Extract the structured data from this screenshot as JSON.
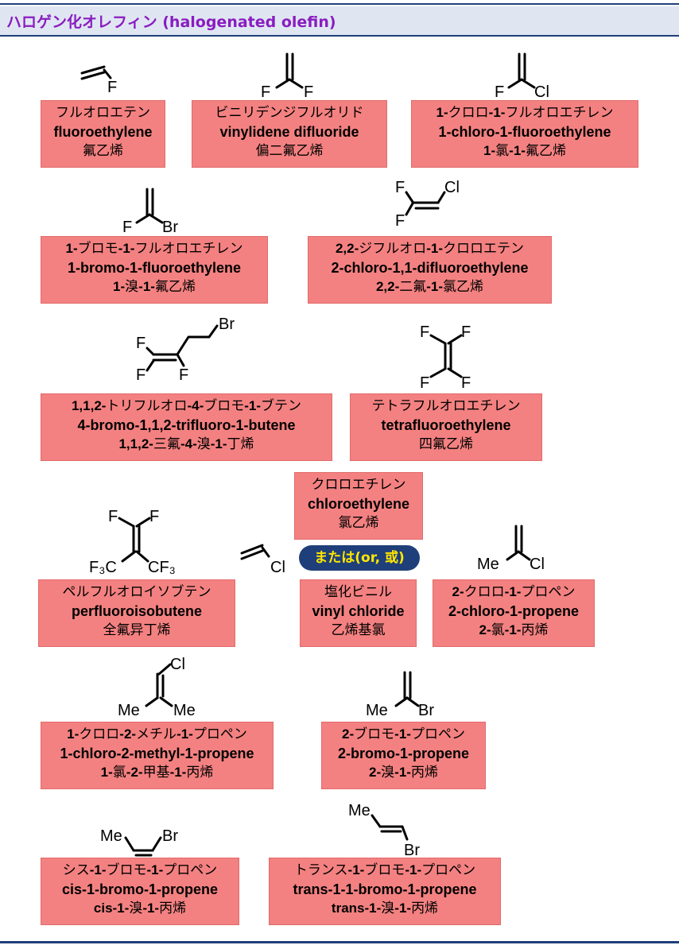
{
  "title": "ハロゲン化オレフィン (halogenated olefin)",
  "or_label": "または(or, 或)",
  "colors": {
    "accent": "#8a1cc0",
    "box": "#f48181",
    "rule": "#1f3f7a",
    "pill_text": "#ffe600"
  },
  "compounds": [
    {
      "id": "fluoroethylene",
      "atoms": [
        "F"
      ],
      "ja": "フルオロエテン",
      "en": "fluoroethylene",
      "zh": "氟乙烯"
    },
    {
      "id": "vinylidene-difluoride",
      "atoms": [
        "F",
        "F"
      ],
      "ja": "ビニリデンジフルオリド",
      "en": "vinylidene difluoride",
      "zh": "偏二氟乙烯"
    },
    {
      "id": "1-chloro-1-fluoroethylene",
      "atoms": [
        "F",
        "Cl"
      ],
      "ja_parts": [
        "1-",
        "クロロ",
        "-1-",
        "フルオロエチレン"
      ],
      "en": "1-chloro-1-fluoroethylene",
      "zh_parts": [
        "1-",
        "氯",
        "-1-",
        "氟乙烯"
      ]
    },
    {
      "id": "1-bromo-1-fluoroethylene",
      "atoms": [
        "F",
        "Br"
      ],
      "ja_parts": [
        "1-",
        "ブロモ",
        "-1-",
        "フルオロエチレン"
      ],
      "en": "1-bromo-1-fluoroethylene",
      "zh_parts": [
        "1-",
        "溴",
        "-1-",
        "氟乙烯"
      ]
    },
    {
      "id": "2-chloro-1-1-difluoroethylene",
      "atoms": [
        "F",
        "F",
        "Cl"
      ],
      "ja_parts": [
        "2,2-",
        "ジフルオロ",
        "-1-",
        "クロロエテン"
      ],
      "en": "2-chloro-1,1-difluoroethylene",
      "zh_parts": [
        "2,2-",
        "二氟",
        "-1-",
        "氯乙烯"
      ]
    },
    {
      "id": "4-bromo-trifluoro-butene",
      "atoms": [
        "F",
        "F",
        "F",
        "Br"
      ],
      "ja_parts": [
        "1,1,2-",
        "トリフルオロ",
        "-4-",
        "ブロモ",
        "-1-",
        "ブテン"
      ],
      "en": "4-bromo-1,1,2-trifluoro-1-butene",
      "zh_parts": [
        "1,1,2-",
        "三氟",
        "-4-",
        "溴",
        "-1-",
        "丁烯"
      ]
    },
    {
      "id": "tetrafluoroethylene",
      "atoms": [
        "F",
        "F",
        "F",
        "F"
      ],
      "ja": "テトラフルオロエチレン",
      "en": "tetrafluoroethylene",
      "zh": "四氟乙烯"
    },
    {
      "id": "chloroethylene-a",
      "ja": "クロロエチレン",
      "en": "chloroethylene",
      "zh": "氯乙烯"
    },
    {
      "id": "perfluoroisobutene",
      "atoms": [
        "F",
        "F",
        "F₃C",
        "CF₃"
      ],
      "ja": "ペルフルオロイソブテン",
      "en": "perfluoroisobutene",
      "zh": "全氟异丁烯"
    },
    {
      "id": "vinyl-chloride",
      "atoms": [
        "Cl"
      ],
      "ja": "塩化ビニル",
      "en": "vinyl chloride",
      "zh": "乙烯基氯"
    },
    {
      "id": "2-chloro-1-propene",
      "atoms": [
        "Me",
        "Cl"
      ],
      "ja_parts": [
        "2-",
        "クロロ",
        "-1-",
        "プロペン"
      ],
      "en": "2-chloro-1-propene",
      "zh_parts": [
        "2-",
        "氯",
        "-1-",
        "丙烯"
      ]
    },
    {
      "id": "1-chloro-2-methyl-1-propene",
      "atoms": [
        "Cl",
        "Me",
        "Me"
      ],
      "ja_parts": [
        "1-",
        "クロロ",
        "-2-",
        "メチル",
        "-1-",
        "プロペン"
      ],
      "en": "1-chloro-2-methyl-1-propene",
      "zh_parts": [
        "1-",
        "氯",
        "-2-",
        "甲基",
        "-1-",
        "丙烯"
      ]
    },
    {
      "id": "2-bromo-1-propene",
      "atoms": [
        "Me",
        "Br"
      ],
      "ja_parts": [
        "2-",
        "ブロモ",
        "-1-",
        "プロペン"
      ],
      "en": "2-bromo-1-propene",
      "zh_parts": [
        "2-",
        "溴",
        "-1-",
        "丙烯"
      ]
    },
    {
      "id": "cis-1-bromo-1-propene",
      "atoms": [
        "Me",
        "Br"
      ],
      "ja_parts": [
        "シス",
        "-1-",
        "ブロモ",
        "-1-",
        "プロペン"
      ],
      "en": "cis-1-bromo-1-propene",
      "zh_parts": [
        "cis-1-",
        "溴",
        "-1-",
        "丙烯"
      ]
    },
    {
      "id": "trans-1-bromo-1-propene",
      "atoms": [
        "Me",
        "Br"
      ],
      "ja_parts": [
        "トランス",
        "-1-",
        "ブロモ",
        "-1-",
        "プロペン"
      ],
      "en": "trans-1-1-bromo-1-propene",
      "zh_parts": [
        "trans-1-",
        "溴",
        "-1-",
        "丙烯"
      ]
    }
  ]
}
